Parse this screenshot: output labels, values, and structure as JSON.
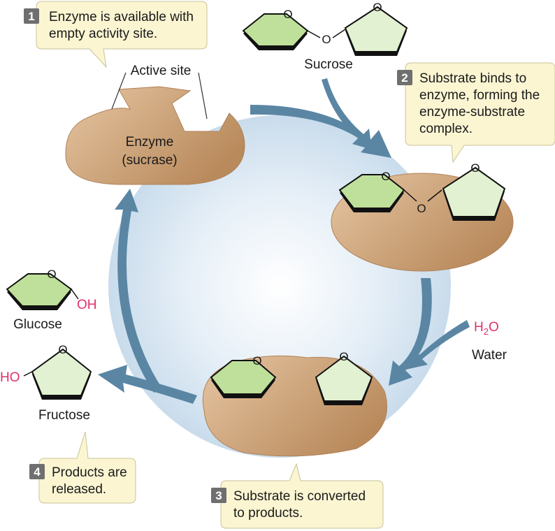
{
  "steps": [
    {
      "number": "1",
      "lines": [
        "Enzyme is available with",
        "empty activity site."
      ]
    },
    {
      "number": "2",
      "lines": [
        "Substrate binds to",
        "enzyme, forming the",
        "enzyme-substrate",
        "complex."
      ]
    },
    {
      "number": "3",
      "lines": [
        "Substrate is converted",
        "to products."
      ]
    },
    {
      "number": "4",
      "lines": [
        "Products are",
        "released."
      ]
    }
  ],
  "labels": {
    "active_site": "Active site",
    "enzyme_line1": "Enzyme",
    "enzyme_line2": "(sucrase)",
    "sucrose": "Sucrose",
    "glucose": "Glucose",
    "fructose": "Fructose",
    "water": "Water",
    "h2o_h": "H",
    "h2o_sub": "2",
    "h2o_o": "O",
    "oh": "OH",
    "ho": "HO",
    "ring_o": "O",
    "bridge_o": "O"
  },
  "colors": {
    "enzyme_light": "#e3c09b",
    "enzyme_dark": "#b98a5c",
    "glucose_fill": "#bfe09a",
    "fructose_fill": "#e2f1d2",
    "arrow": "#5a86a4",
    "callout_fill": "#fbf5d2",
    "badge_fill": "#6f6f6f",
    "pink": "#e0306b"
  }
}
